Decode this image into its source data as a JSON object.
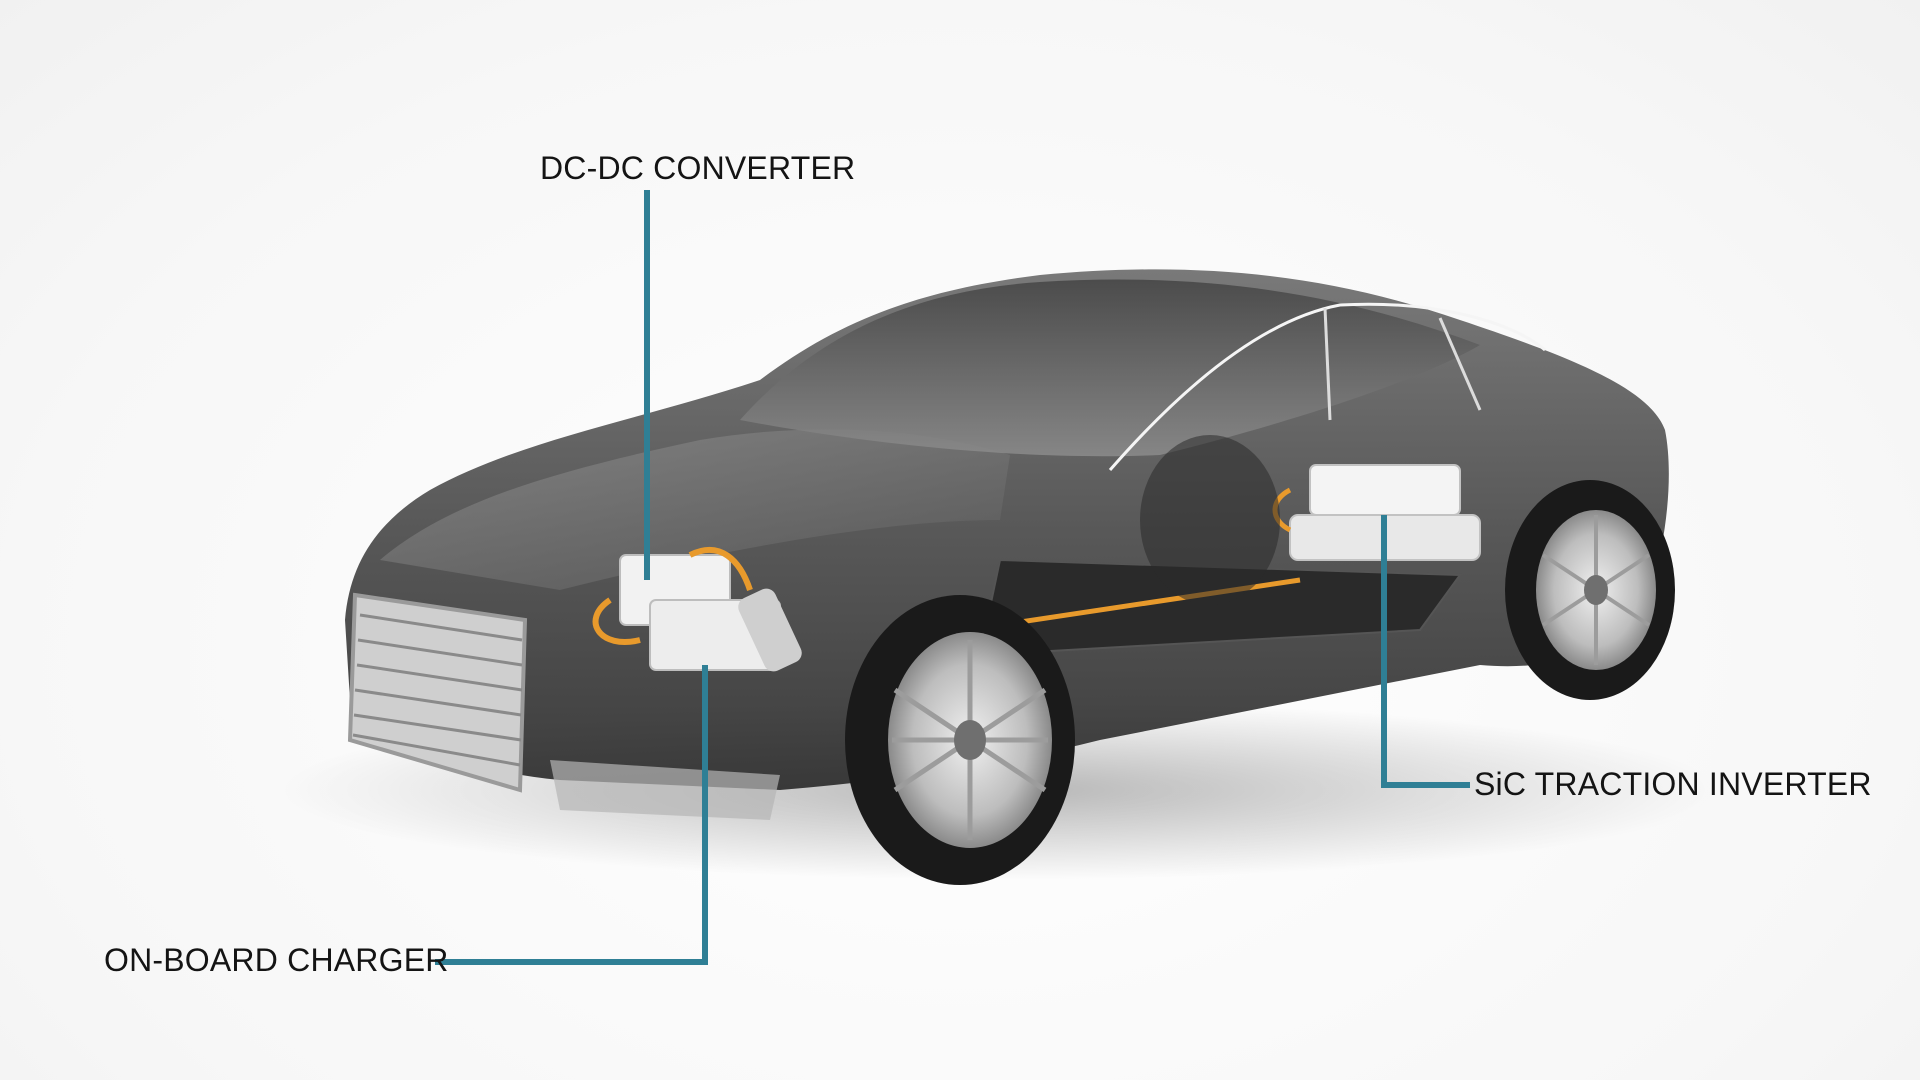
{
  "callouts": {
    "dc_dc_converter": "DC-DC CONVERTER",
    "on_board_charger": "ON-BOARD CHARGER",
    "sic_traction_inverter": "SiC TRACTION INVERTER"
  },
  "colors": {
    "leader_line": "#2f7f95",
    "body_dark": "#3a3a3a",
    "body_glass": "#8a8a8a",
    "component_white": "#f2f2f2",
    "cable_orange": "#e89a2c",
    "label_text": "#141414",
    "background": "#ffffff"
  }
}
